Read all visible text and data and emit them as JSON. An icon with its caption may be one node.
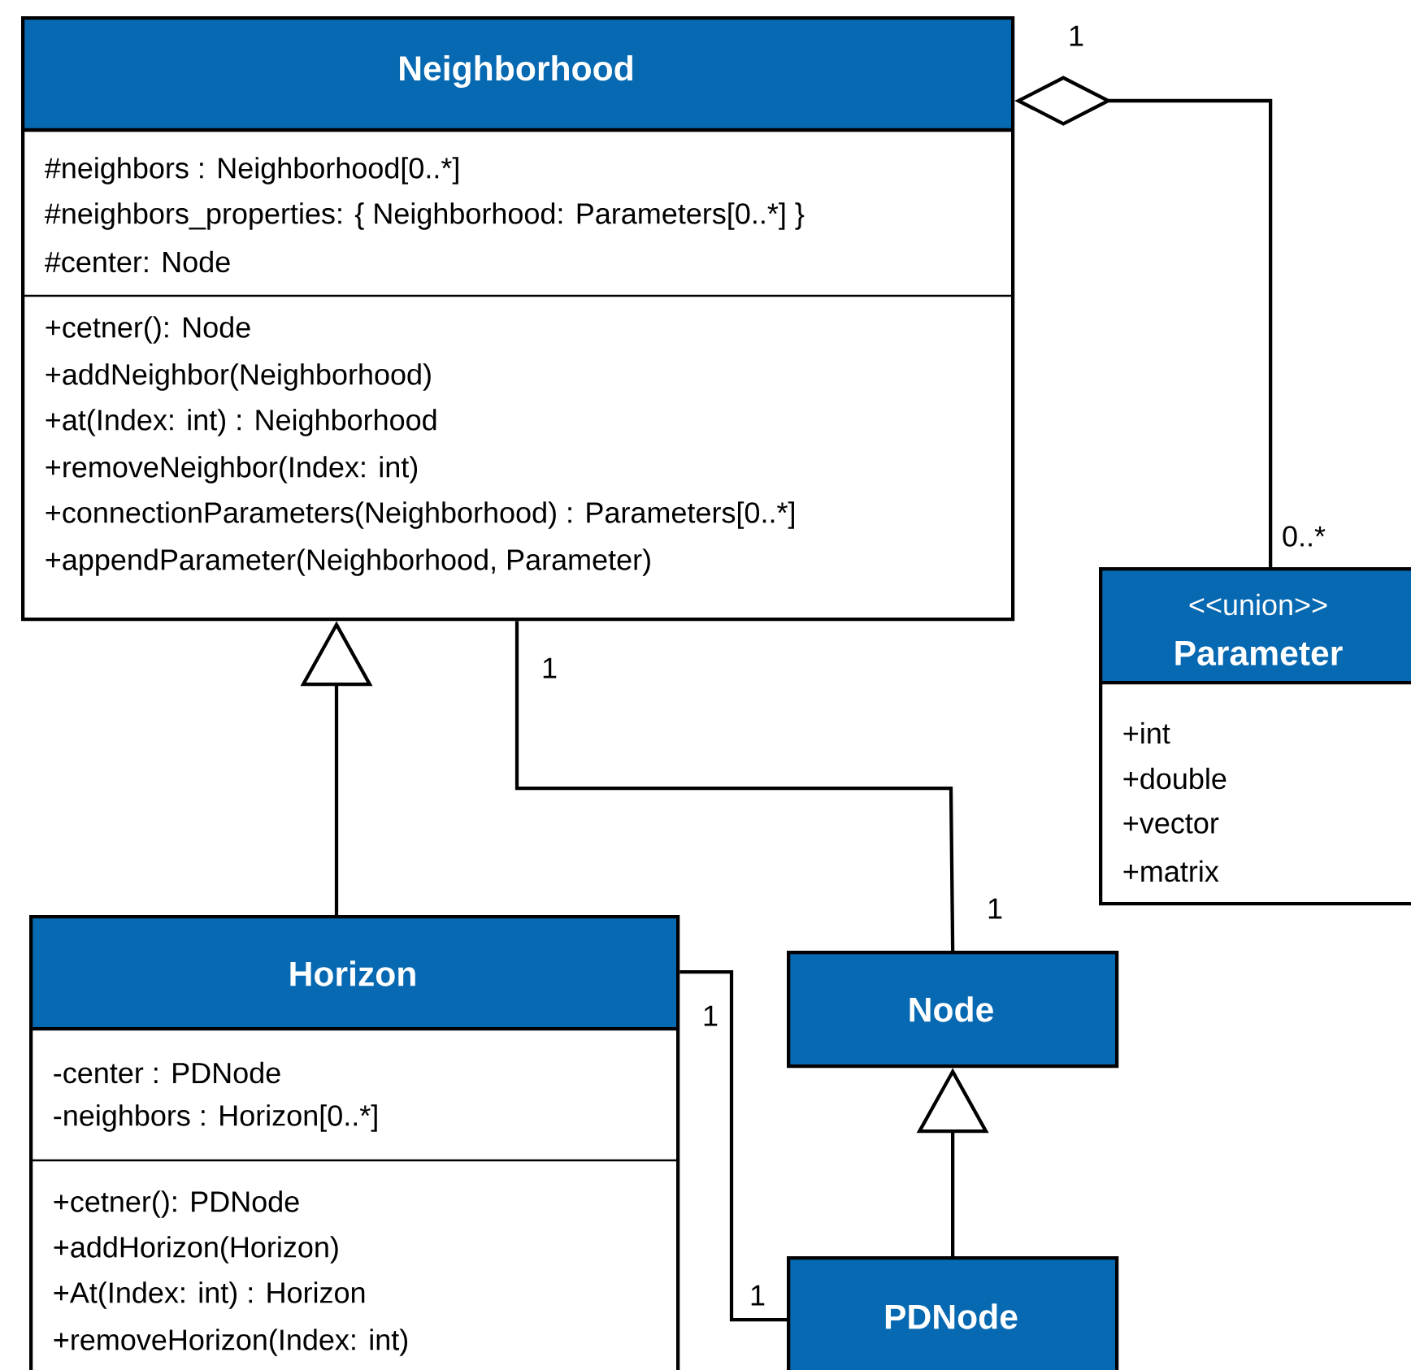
{
  "diagram": {
    "nodes": [
      {
        "text": [
          "Neighborhood",
          "#neighbors : Neighborhood[0..*]",
          "#neighbors_properties: { Neighborhood: Parameters[0..*] }",
          "#center: Node",
          "+cetner(): Node",
          "+addNeighbor(Neighborhood)",
          "+at(Index: int) : Neighborhood",
          "+removeNeighbor(Index: int)",
          "+connectionParameters(Neighborhood) : Parameters[0..*]",
          "+appendParameter(Neighborhood, Parameter)"
        ]
      },
      {
        "text": [
          "<<union>>",
          "Parameter",
          "+int",
          "+double",
          "+vector",
          "+matrix"
        ]
      },
      {
        "text": [
          "Horizon",
          "-center : PDNode",
          "-neighbors : Horizon[0..*]",
          "+cetner(): PDNode",
          "+addHorizon(Horizon)",
          "+At(Index: int) : Horizon",
          "+removeHorizon(Index: int)"
        ]
      },
      {
        "text": [
          "Node"
        ]
      },
      {
        "text": [
          "PDNode"
        ]
      }
    ],
    "edges": [
      {
        "from": 1,
        "to": 0,
        "arrow": "other"
      },
      {
        "from": 2,
        "to": 0,
        "arrow": "to"
      },
      {
        "from": 0,
        "to": 3,
        "arrow": "none"
      },
      {
        "from": 4,
        "to": 3,
        "arrow": "to"
      },
      {
        "from": 2,
        "to": 4,
        "arrow": "none"
      }
    ],
    "labels": [
      "1",
      "0..*",
      "1",
      "1",
      "1",
      "1"
    ]
  }
}
